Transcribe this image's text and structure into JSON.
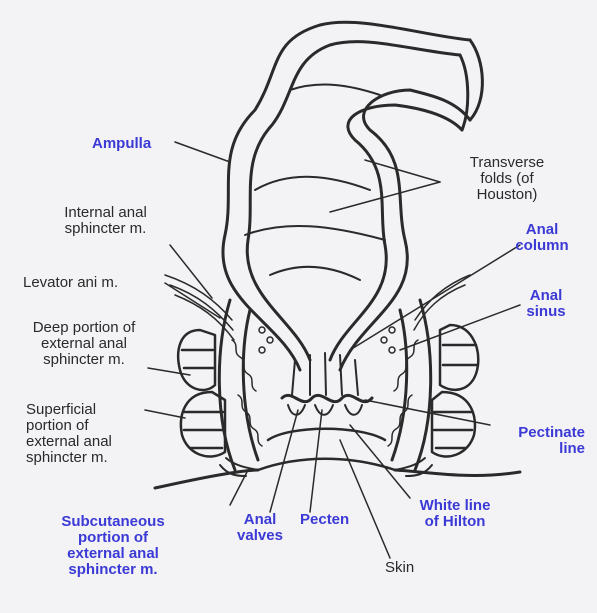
{
  "colors": {
    "background": "#f3f2f4",
    "ink": "#2a2a2a",
    "label_blue": "#3b3ad6"
  },
  "labels": {
    "ampulla": "Ampulla",
    "transverse_folds": [
      "Transverse",
      "folds (of",
      "Houston)"
    ],
    "internal_anal_sphincter": [
      "Internal anal",
      "sphincter m."
    ],
    "levator_ani": "Levator ani m.",
    "deep_portion": [
      "Deep portion of",
      "external anal",
      "sphincter m."
    ],
    "superficial_portion": [
      "Superficial",
      "portion of",
      "external anal",
      "sphincter m."
    ],
    "anal_column": [
      "Anal",
      "column"
    ],
    "anal_sinus": [
      "Anal",
      "sinus"
    ],
    "pectinate_line": [
      "Pectinate",
      "line"
    ],
    "subcutaneous_portion": [
      "Subcutaneous",
      "portion of",
      "external anal",
      "sphincter m."
    ],
    "anal_valves": [
      "Anal",
      "valves"
    ],
    "pecten": "Pecten",
    "white_line_of_hilton": [
      "White line",
      "of Hilton"
    ],
    "skin": "Skin"
  }
}
